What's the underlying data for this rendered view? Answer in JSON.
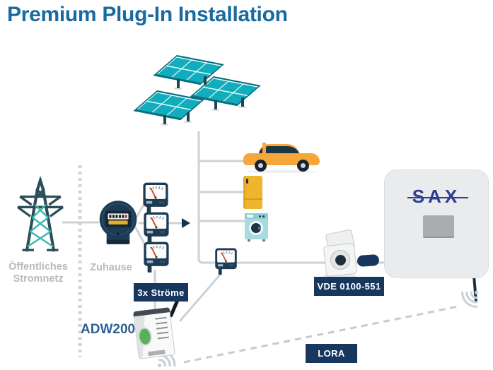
{
  "header": {
    "title": "Premium Plug-In Installation"
  },
  "diagram": {
    "grid_label": "Öffentliches Stromnetz",
    "home_label": "Zuhause",
    "currents_badge": "3x Ströme",
    "meter_device_label": "ADW200",
    "socket_badge": "VDE 0100-551",
    "radio_badge": "LORA",
    "inverter_logo": "SAX"
  },
  "colors": {
    "title_blue": "#186a9f",
    "badge_navy": "#17375f",
    "label_gray": "#b6babd",
    "device_label_blue": "#2e5f94",
    "wire_gray": "#ccd1d5",
    "solar_teal": "#10aebc",
    "arrow_navy": "#16324a",
    "car_orange": "#f6a73b",
    "fridge_yellow": "#f0b52f",
    "washer_teal": "#a7dbdd",
    "sax_logo_navy": "#2e3e92",
    "gauge_navy": "#1d3b52",
    "tower_dark": "#2b4d57",
    "tower_brace_teal": "#3bb8af"
  }
}
